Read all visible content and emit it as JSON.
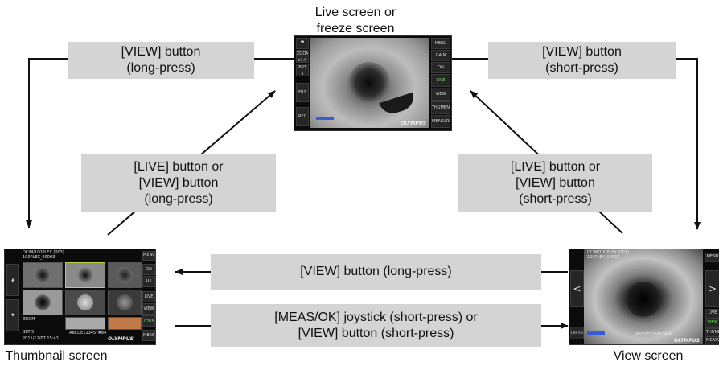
{
  "labels": {
    "live_line1": "Live screen or",
    "live_line2": "freeze screen",
    "thumbnail": "Thumbnail screen",
    "view": "View screen"
  },
  "boxes": {
    "top_left": [
      "[VIEW] button",
      "(long-press)"
    ],
    "top_right": [
      "[VIEW] button",
      "(short-press)"
    ],
    "mid_left": [
      "[LIVE] button or",
      "[VIEW] button",
      "(long-press)"
    ],
    "mid_right": [
      "[LIVE] button or",
      "[VIEW] button",
      "(short-press)"
    ],
    "bottom_top": "[VIEW] button (long-press)",
    "bottom_bottom": [
      "[MEAS/OK] joystick (short-press) or",
      "[VIEW] button (short-press)"
    ]
  },
  "live_screen": {
    "left_buttons": [
      "ZOOM x1.0",
      "BRT 5",
      "FRZ",
      "REC"
    ],
    "right_buttons": [
      "MENU",
      "GAIN",
      "ON",
      "LIVE",
      "VIEW",
      "THUMBNAIL",
      "MEASURE"
    ],
    "brand": "OLYMPUS"
  },
  "thumbnail_screen": {
    "header": "DCIM/100PLEX (003)",
    "sub": "100PLEX_00003",
    "right_buttons": [
      "MENU",
      "ON",
      "ALL",
      "LIVE",
      "VIEW",
      "THUMBNAIL",
      "MEASURE"
    ],
    "zoom": "ZOOM",
    "brt": "BRT 5",
    "date": "2011/12/07 15:42",
    "code": "ABCDE12345*#84",
    "brand": "OLYMPUS"
  },
  "view_screen": {
    "header": "DCIM/100PLEX (003)",
    "sub": "100PLEX_00003",
    "right_buttons": [
      "MENU",
      "LIVE",
      "VIEW",
      "THUMBNAIL",
      "MEASURE"
    ],
    "left_buttons": [
      "CAPTURE"
    ],
    "code": "ABCDE12345*#84",
    "brand": "OLYMPUS"
  }
}
